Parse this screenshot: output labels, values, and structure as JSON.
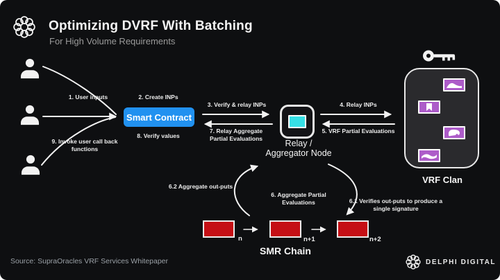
{
  "header": {
    "title": "Optimizing DVRF With Batching",
    "subtitle": "For High Volume Requirements"
  },
  "flow_labels": {
    "user_inputs": "1. User inputs",
    "create_inps": "2. Create INPs",
    "verify_relay_inps": "3. Verify & relay INPs",
    "relay_inps": "4. Relay INPs",
    "vrf_partial_evaluations": "5. VRF Partial Evaluations",
    "aggregate_partial_line1": "6. Aggregate Partial",
    "aggregate_partial_line2": "Evaluations",
    "verifies_outputs_line1": "6.1 Verifies out-puts to produce a",
    "verifies_outputs_line2": "single signature",
    "aggregate_outputs": "6.2 Aggregate out-puts",
    "relay_aggregate_line1": "7. Relay Aggregate",
    "relay_aggregate_line2": "Partial Evaluations",
    "verify_values": "8. Verify values",
    "invoke_callback_line1": "9. Invoke user call back",
    "invoke_callback_line2": "functions"
  },
  "nodes": {
    "smart_contract": "Smart Contract",
    "relay_line1": "Relay /",
    "relay_line2": "Aggregator Node",
    "vrf_clan": "VRF Clan",
    "smr_chain": "SMR Chain",
    "blocks": [
      "n",
      "n+1",
      "n+2"
    ]
  },
  "icons": {
    "brand_logo": "knot-ring-icon",
    "users": "person-icon",
    "relay": "terminal-screen-icon",
    "vrf_clan_members": "vrf-member-tile-icon",
    "key": "key-icon"
  },
  "footer": {
    "source": "Source: SupraOracles VRF Services Whitepaper",
    "brand": "DELPHI DIGITAL"
  },
  "colors": {
    "background": "#0e0f11",
    "panel": "#2a2a2d",
    "node_fill": "#141417",
    "accent_blue": "#2191f0",
    "node_cyan": "#36e0e6",
    "tile_purple": "#ad5cc9",
    "block_red": "#c50f15",
    "line_white": "#f2f2f2",
    "text_primary": "#f5f5f5",
    "text_muted": "#9b9b9b"
  }
}
